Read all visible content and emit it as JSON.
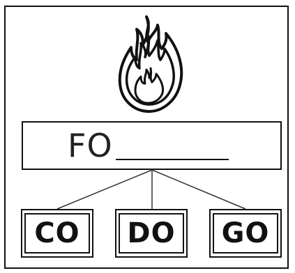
{
  "word": {
    "prefix": "FO"
  },
  "options": [
    {
      "label": "CO"
    },
    {
      "label": "DO"
    },
    {
      "label": "GO"
    }
  ],
  "icons": {
    "picture": "fire-icon"
  }
}
